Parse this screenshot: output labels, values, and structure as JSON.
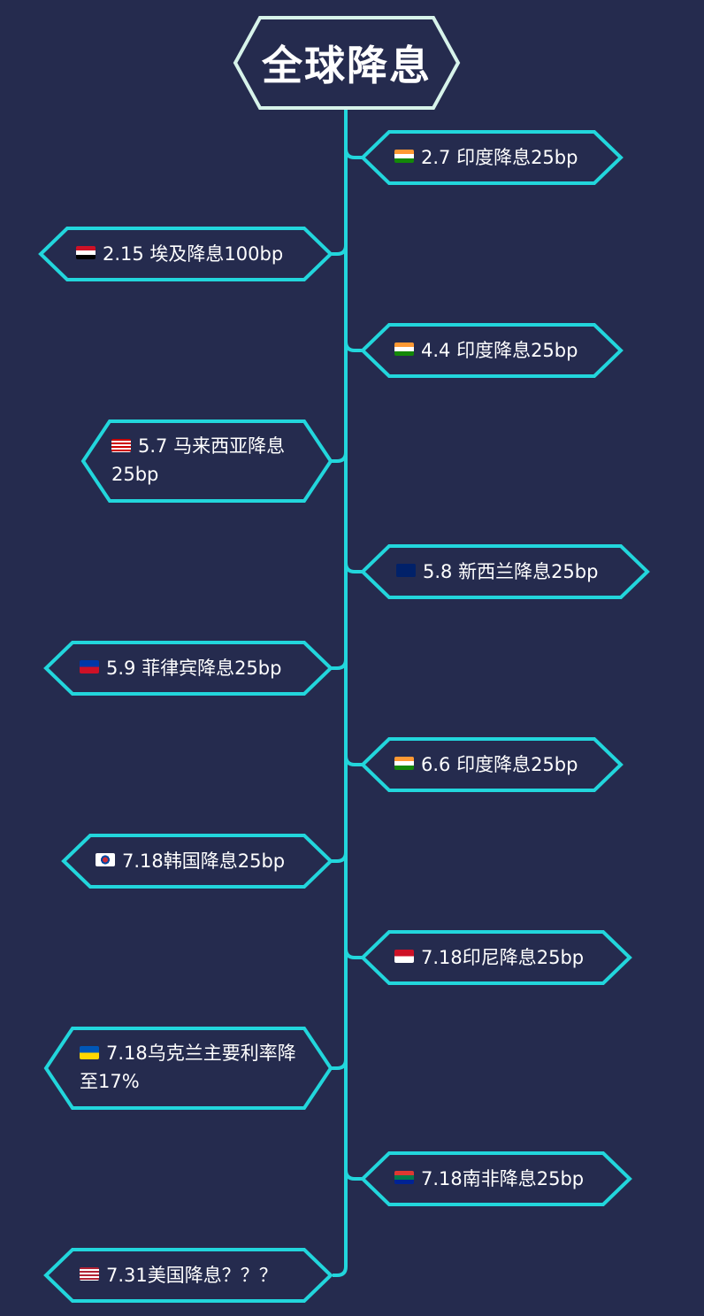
{
  "root": {
    "title": "全球降息"
  },
  "colors": {
    "background": "#252b4e",
    "accent": "#22d6dc",
    "root_border": "#d7f3ea"
  },
  "events": [
    {
      "text": "2.7 印度降息25bp",
      "flag": "india-flag-icon"
    },
    {
      "text": "2.15 埃及降息100bp",
      "flag": "egypt-flag-icon"
    },
    {
      "text": "4.4 印度降息25bp",
      "flag": "india-flag-icon"
    },
    {
      "text": "5.7 马来西亚降息25bp",
      "flag": "malaysia-flag-icon"
    },
    {
      "text": "5.8 新西兰降息25bp",
      "flag": "new-zealand-flag-icon"
    },
    {
      "text": "5.9 菲律宾降息25bp",
      "flag": "philippines-flag-icon"
    },
    {
      "text": "6.6 印度降息25bp",
      "flag": "india-flag-icon"
    },
    {
      "text": "7.18韩国降息25bp",
      "flag": "south-korea-flag-icon"
    },
    {
      "text": "7.18印尼降息25bp",
      "flag": "indonesia-flag-icon"
    },
    {
      "text": "7.18乌克兰主要利率降至17%",
      "flag": "ukraine-flag-icon"
    },
    {
      "text": "7.18南非降息25bp",
      "flag": "south-africa-flag-icon"
    },
    {
      "text": "7.31美国降息？？？",
      "flag": "usa-flag-icon"
    }
  ]
}
